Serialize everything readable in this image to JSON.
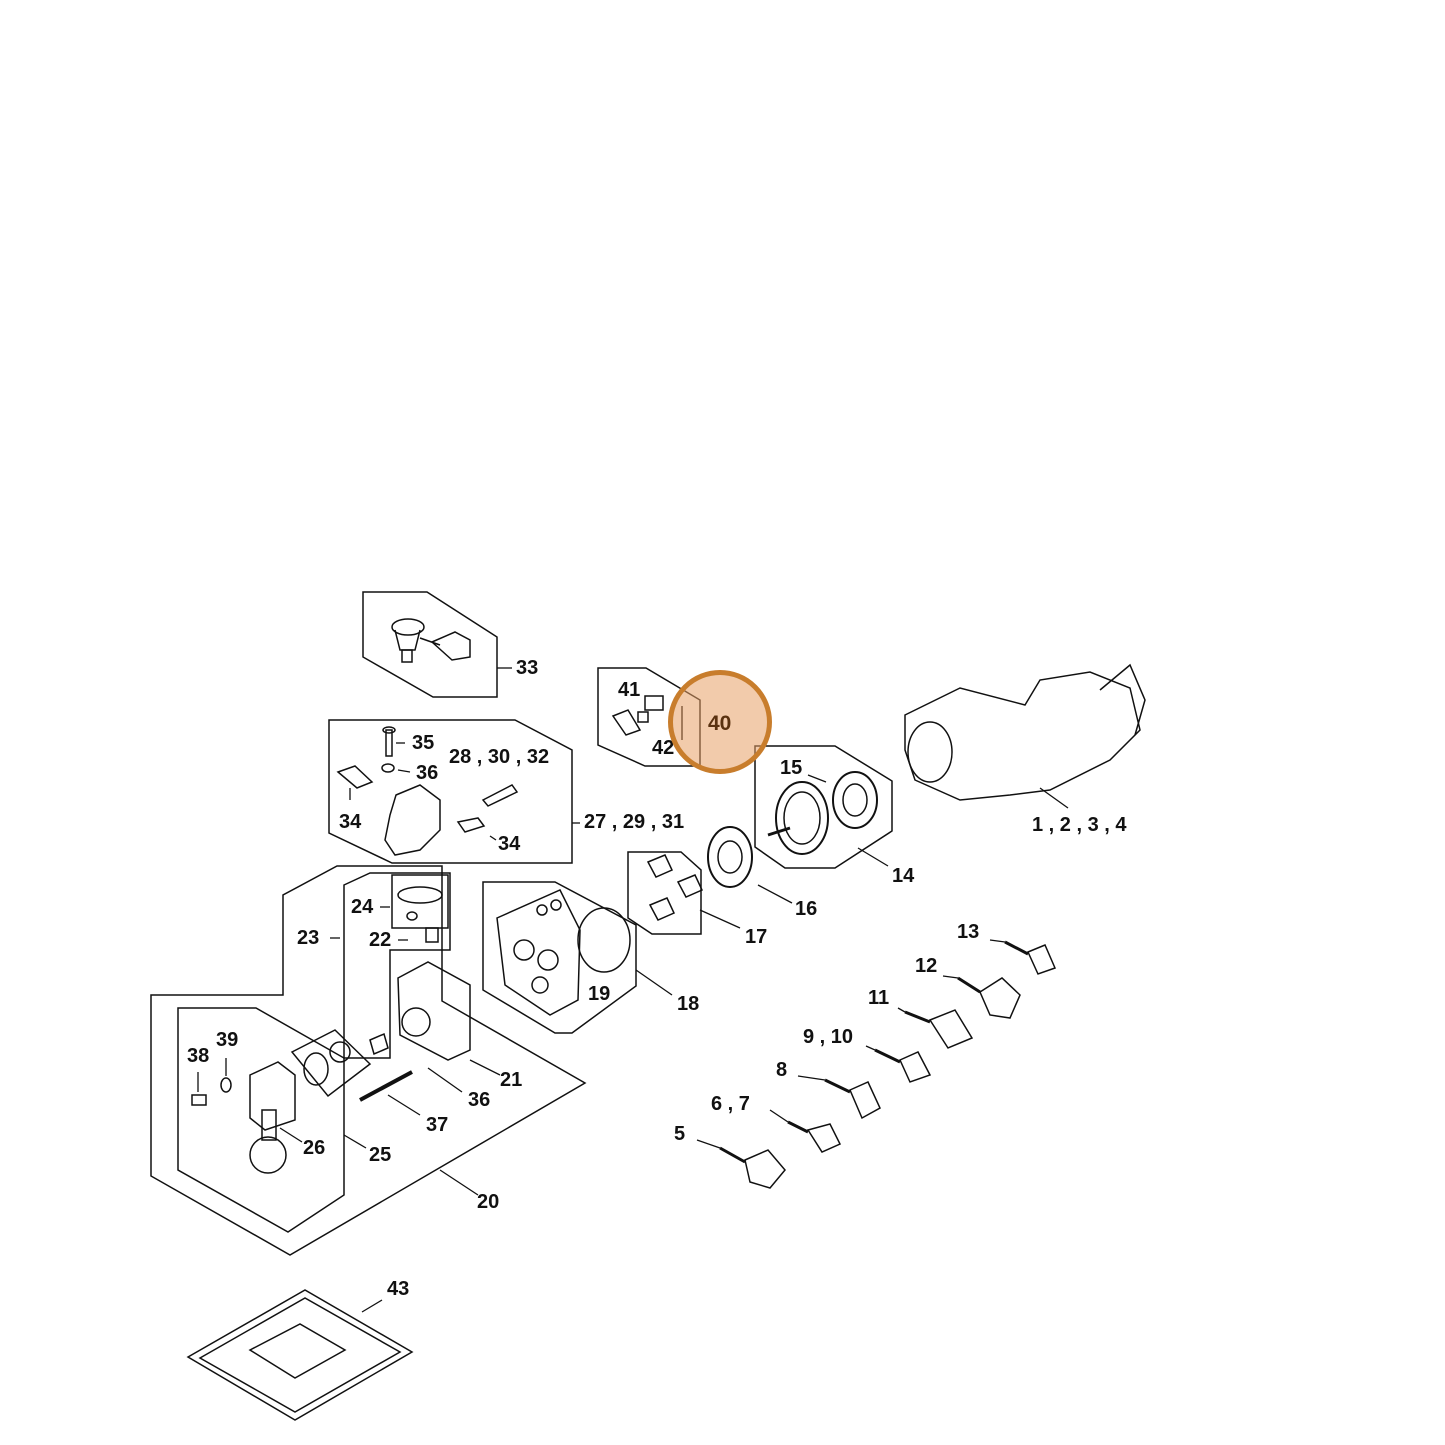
{
  "highlight": {
    "label": "40",
    "color": "#c87d2c",
    "fill": "#e8a066"
  },
  "callouts": {
    "c1_4": "1 , 2 , 3 , 4",
    "c5": "5",
    "c6_7": "6 , 7",
    "c8": "8",
    "c9_10": "9 , 10",
    "c11": "11",
    "c12": "12",
    "c13": "13",
    "c14": "14",
    "c15": "15",
    "c16": "16",
    "c17": "17",
    "c18": "18",
    "c19": "19",
    "c20": "20",
    "c21": "21",
    "c22": "22",
    "c23": "23",
    "c24": "24",
    "c25": "25",
    "c26": "26",
    "c27_29_31": "27 , 29 , 31",
    "c28_30_32": "28 , 30 , 32",
    "c33": "33",
    "c34a": "34",
    "c34b": "34",
    "c35": "35",
    "c36a": "36",
    "c36b": "36",
    "c37": "37",
    "c38": "38",
    "c39": "39",
    "c41": "41",
    "c42": "42",
    "c43": "43"
  }
}
